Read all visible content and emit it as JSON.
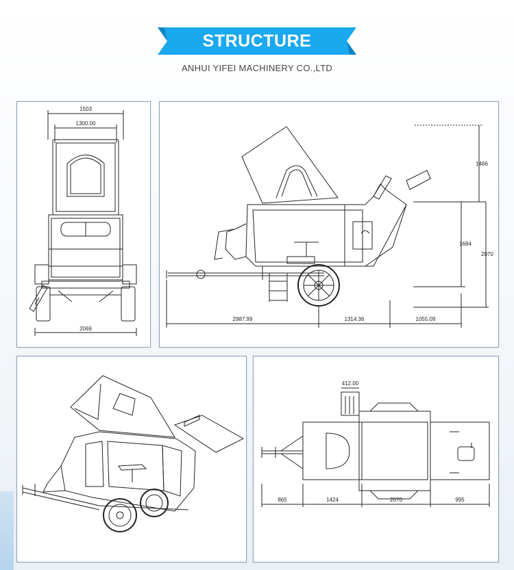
{
  "header": {
    "title": "STRUCTURE",
    "company": "ANHUI YIFEI MACHINERY CO.,LTD",
    "accent_color": "#1aa8ef"
  },
  "panel_front": {
    "dims": {
      "top_outer": "1503",
      "top_inner": "1300.00",
      "bottom": "2069"
    }
  },
  "panel_side": {
    "dims": {
      "height_top": "1466",
      "height_mid": "1684",
      "height_total": "2070",
      "len_a": "2987.99",
      "len_b": "1314.36",
      "len_c": "1055.09"
    }
  },
  "panel_top": {
    "dims": {
      "kitchen_width": "412.00",
      "len_a": "865",
      "len_b": "1424",
      "len_c": "2070",
      "len_d": "995"
    }
  }
}
